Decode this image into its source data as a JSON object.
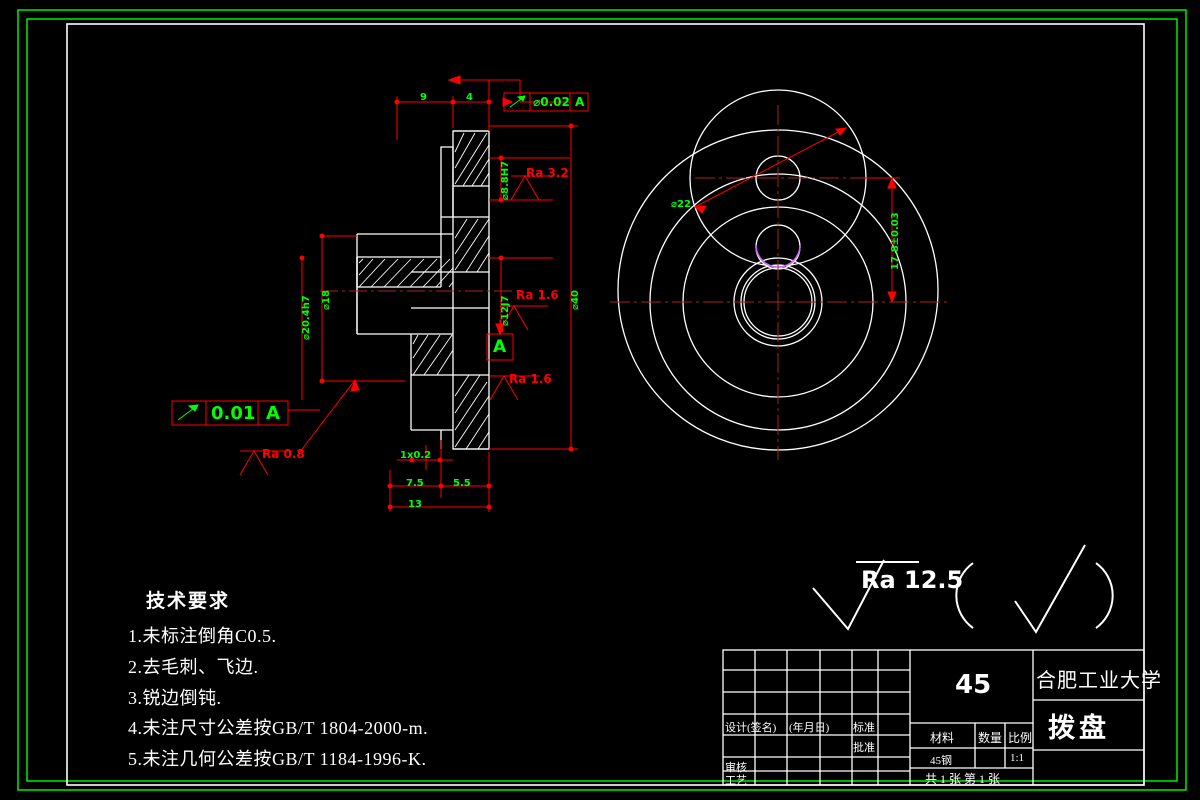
{
  "drawing": {
    "background_color": "#000000",
    "border_color": "#00ff00",
    "outline_color": "#ffffff",
    "dimension_color": "#ff0000",
    "dimension_text_color": "#00ff00",
    "surface_text_color": "#ff0000",
    "highlight_color": "#cc66ff"
  },
  "section_view": {
    "name": "sectional-front-view",
    "dimensions": {
      "top_left": "9",
      "top_right": "4",
      "bore_small": "⌀8.8H7",
      "hub_outer": "⌀18",
      "shaft_fit": "⌀20.4h7",
      "bore_fit": "⌀12J7",
      "flange_outer": "⌀40",
      "chamfer": "1x0.2",
      "len_left": "7.5",
      "len_right": "5.5",
      "len_total": "13"
    },
    "tolerance_frames": [
      {
        "symbol": "runout-icon",
        "value": "⌀0.02",
        "datum": "A"
      },
      {
        "symbol": "runout-icon",
        "value": "0.01",
        "datum": "A"
      }
    ],
    "datum_label": "A",
    "surface_finishes": [
      "Ra 3.2",
      "Ra 1.6",
      "Ra 1.6",
      "Ra 0.8"
    ]
  },
  "plan_view": {
    "name": "plan-view",
    "dimensions": {
      "pitch_circle": "⌀22",
      "center_distance": "17.8±0.03"
    }
  },
  "general_surface": {
    "label": "Ra 12.5",
    "bracket_symbol": "checkmark-in-parens"
  },
  "technical_notes": {
    "title": "技术要求",
    "items": [
      "1.未标注倒角C0.5.",
      "2.去毛刺、飞边.",
      "3.锐边倒钝.",
      "4.未注尺寸公差按GB/T 1804-2000-m.",
      "5.未注几何公差按GB/T 1184-1996-K."
    ]
  },
  "title_block": {
    "rows": {
      "design": "设计(签名)",
      "date": "(年月日)",
      "standard": "标准",
      "approve": "批准",
      "review": "审核",
      "process": "工艺"
    },
    "material_header": "材料",
    "quantity_header": "数量",
    "scale_header": "比例",
    "material_value": "45钢",
    "quantity_value": "",
    "scale_value": "1:1",
    "sheet_info": "共 1 张    第 1 张",
    "material_big": "45",
    "university": "合肥工业大学",
    "part_name": "拨盘"
  }
}
